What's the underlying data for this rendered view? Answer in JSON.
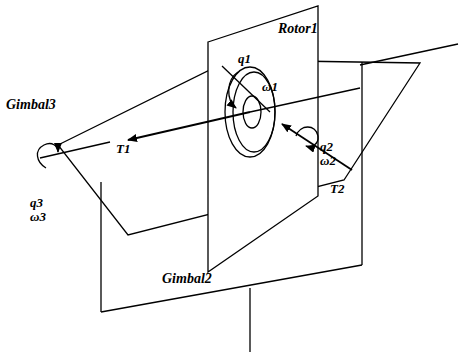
{
  "diagram": {
    "labels": [
      "Gimbal3",
      "Rotor1",
      "q1",
      "ω1",
      "T1",
      "q2",
      "ω2",
      "T2",
      "q3",
      "ω3",
      "Gimbal2"
    ]
  }
}
